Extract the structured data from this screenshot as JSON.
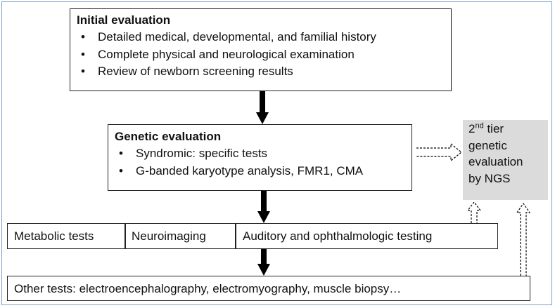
{
  "initial": {
    "title": "Initial evaluation",
    "items": [
      "Detailed medical, developmental, and familial history",
      "Complete physical and neurological examination",
      "Review of newborn screening results"
    ]
  },
  "genetic": {
    "title": "Genetic evaluation",
    "items": [
      "Syndromic: specific tests",
      "G-banded karyotype analysis, FMR1, CMA"
    ]
  },
  "second_tier": {
    "number": "2",
    "superscript": "nd",
    "line1_rest": " tier",
    "line2": "genetic",
    "line3": "evaluation",
    "line4": "by NGS"
  },
  "tests_row": {
    "metabolic": "Metabolic tests",
    "neuroimaging": "Neuroimaging",
    "auditory": "Auditory and ophthalmologic testing"
  },
  "other_tests": "Other tests: electroencephalography, electromyography, muscle biopsy…",
  "colors": {
    "frame_border": "#7da0c9",
    "grey_box": "#dbdbdb",
    "arrow": "#000000"
  }
}
